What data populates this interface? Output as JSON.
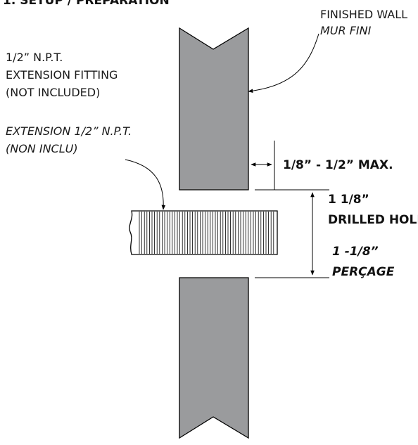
{
  "header": {
    "title": "1. SETUP / PREPARATION"
  },
  "labels": {
    "finished_wall_en": "FINISHED WALL",
    "finished_wall_fr": "MUR FINI",
    "fitting_en_1": "1/2” N.P.T.",
    "fitting_en_2": "EXTENSION FITTING",
    "fitting_en_3": "(NOT INCLUDED)",
    "fitting_fr_1": "EXTENSION 1/2” N.P.T.",
    "fitting_fr_2": "(NON INCLU)",
    "gap": "1/8” - 1/2” MAX.",
    "hole_en_1": "1 1/8”",
    "hole_en_2": "DRILLED HOLE",
    "hole_fr_1": "1 -1/8”",
    "hole_fr_2": "PERÇAGE"
  },
  "colors": {
    "wall_fill": "#9a9b9d",
    "stroke": "#000000"
  }
}
